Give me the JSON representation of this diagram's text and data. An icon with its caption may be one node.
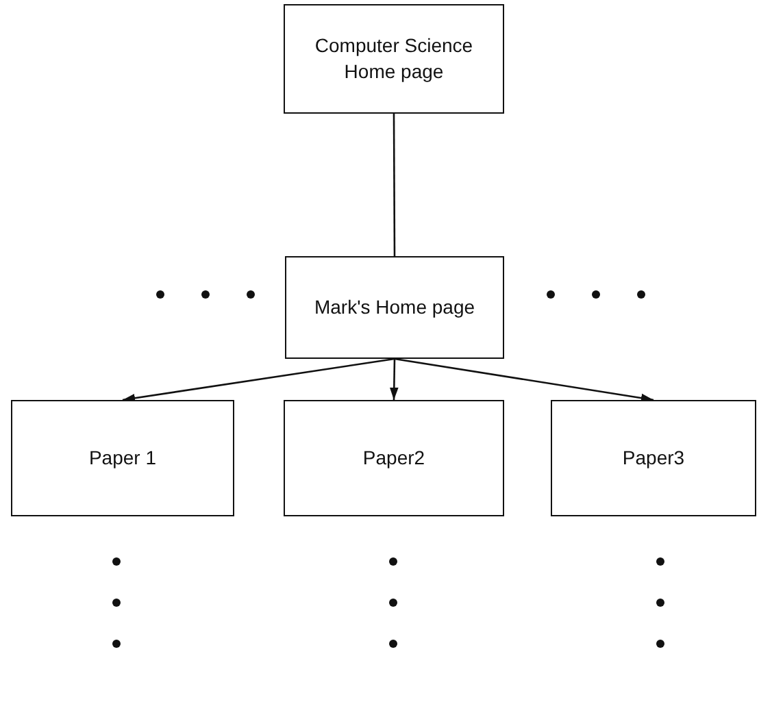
{
  "diagram": {
    "nodes": [
      {
        "text": [
          "Computer Science Home page"
        ]
      },
      {
        "text": [
          "Mark's Home page"
        ]
      },
      {
        "text": [
          "Paper 1"
        ]
      },
      {
        "text": [
          "Paper2"
        ]
      },
      {
        "text": [
          "Paper3"
        ]
      }
    ],
    "edges": [
      {
        "from": 0,
        "to": 1,
        "arrow": "none"
      },
      {
        "from": 1,
        "to": 2,
        "arrow": "to"
      },
      {
        "from": 1,
        "to": 3,
        "arrow": "to"
      },
      {
        "from": 1,
        "to": 4,
        "arrow": "to"
      }
    ]
  }
}
